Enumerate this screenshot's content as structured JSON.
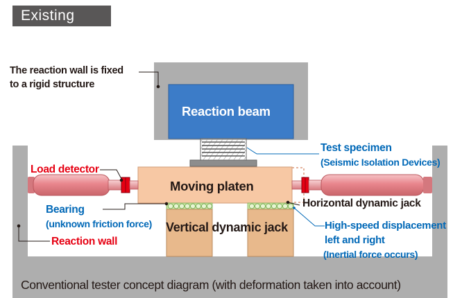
{
  "tag": "Existing",
  "labels": {
    "wall_fixed_line1": "The reaction wall is fixed",
    "wall_fixed_line2": "to a rigid structure",
    "reaction_beam": "Reaction beam",
    "test_specimen": "Test specimen",
    "test_specimen_sub": "(Seismic Isolation  Devices)",
    "load_detector": "Load detector",
    "moving_platen": "Moving platen",
    "horizontal_jack": "Horizontal dynamic jack",
    "bearing": "Bearing",
    "bearing_sub": "(unknown friction force)",
    "vertical_jack": "Vertical dynamic jack",
    "high_speed_line1": "High-speed displacement",
    "high_speed_line2": "left and right",
    "high_speed_sub": "(Inertial force occurs)",
    "reaction_wall": "Reaction wall"
  },
  "caption": "Conventional tester concept diagram (with deformation taken into account)",
  "colors": {
    "reaction_beam": "#3c7cc8",
    "moving_platen": "#f7c8a4",
    "jack": "#e8858c",
    "vertical_jack": "#e8b98c",
    "bearing": "#c8e6a0",
    "structure": "#aeaeae",
    "red_label": "#e60012",
    "blue_label": "#0068b7"
  }
}
